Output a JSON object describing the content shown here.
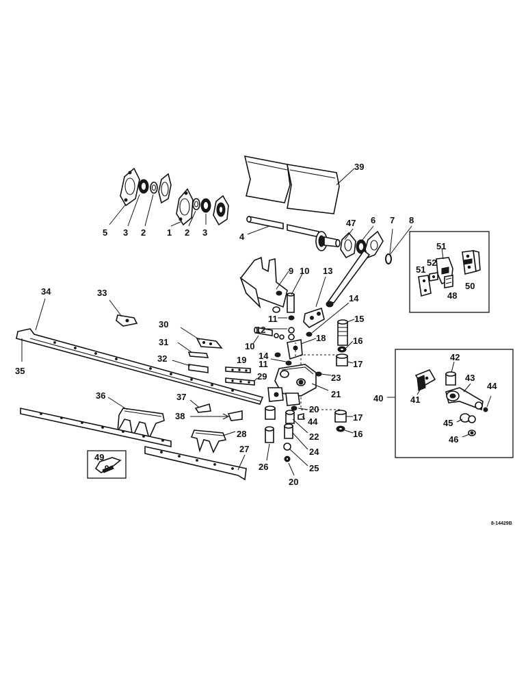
{
  "diagram": {
    "reference_code": "8-14429B",
    "callouts": [
      {
        "id": "c5",
        "text": "5"
      },
      {
        "id": "c3a",
        "text": "3"
      },
      {
        "id": "c2a",
        "text": "2"
      },
      {
        "id": "c1",
        "text": "1"
      },
      {
        "id": "c2b",
        "text": "2"
      },
      {
        "id": "c3b",
        "text": "3"
      },
      {
        "id": "c4",
        "text": "4"
      },
      {
        "id": "c39",
        "text": "39"
      },
      {
        "id": "c47",
        "text": "47"
      },
      {
        "id": "c6",
        "text": "6"
      },
      {
        "id": "c7",
        "text": "7"
      },
      {
        "id": "c8",
        "text": "8"
      },
      {
        "id": "c9",
        "text": "9"
      },
      {
        "id": "c10a",
        "text": "10"
      },
      {
        "id": "c13",
        "text": "13"
      },
      {
        "id": "c11a",
        "text": "11"
      },
      {
        "id": "c14a",
        "text": "14"
      },
      {
        "id": "c12",
        "text": "12"
      },
      {
        "id": "c10b",
        "text": "10"
      },
      {
        "id": "c15",
        "text": "15"
      },
      {
        "id": "c18",
        "text": "18"
      },
      {
        "id": "c16a",
        "text": "16"
      },
      {
        "id": "c14b",
        "text": "14"
      },
      {
        "id": "c11b",
        "text": "11"
      },
      {
        "id": "c17a",
        "text": "17"
      },
      {
        "id": "c23",
        "text": "23"
      },
      {
        "id": "c21",
        "text": "21"
      },
      {
        "id": "c20a",
        "text": "20"
      },
      {
        "id": "c44a",
        "text": "44"
      },
      {
        "id": "c22",
        "text": "22"
      },
      {
        "id": "c17b",
        "text": "17"
      },
      {
        "id": "c16b",
        "text": "16"
      },
      {
        "id": "c24",
        "text": "24"
      },
      {
        "id": "c25",
        "text": "25"
      },
      {
        "id": "c26",
        "text": "26"
      },
      {
        "id": "c20b",
        "text": "20"
      },
      {
        "id": "c34",
        "text": "34"
      },
      {
        "id": "c35",
        "text": "35"
      },
      {
        "id": "c33",
        "text": "33"
      },
      {
        "id": "c30",
        "text": "30"
      },
      {
        "id": "c31",
        "text": "31"
      },
      {
        "id": "c32",
        "text": "32"
      },
      {
        "id": "c19",
        "text": "19"
      },
      {
        "id": "c29",
        "text": "29"
      },
      {
        "id": "c36",
        "text": "36"
      },
      {
        "id": "c37",
        "text": "37"
      },
      {
        "id": "c38",
        "text": "38"
      },
      {
        "id": "c28",
        "text": "28"
      },
      {
        "id": "c27",
        "text": "27"
      },
      {
        "id": "c49",
        "text": "49"
      },
      {
        "id": "c51a",
        "text": "51"
      },
      {
        "id": "c51b",
        "text": "51"
      },
      {
        "id": "c52",
        "text": "52"
      },
      {
        "id": "c48",
        "text": "48"
      },
      {
        "id": "c50",
        "text": "50"
      },
      {
        "id": "c40",
        "text": "40"
      },
      {
        "id": "c42",
        "text": "42"
      },
      {
        "id": "c41",
        "text": "41"
      },
      {
        "id": "c43",
        "text": "43"
      },
      {
        "id": "c44b",
        "text": "44"
      },
      {
        "id": "c45",
        "text": "45"
      },
      {
        "id": "c46",
        "text": "46"
      }
    ]
  }
}
